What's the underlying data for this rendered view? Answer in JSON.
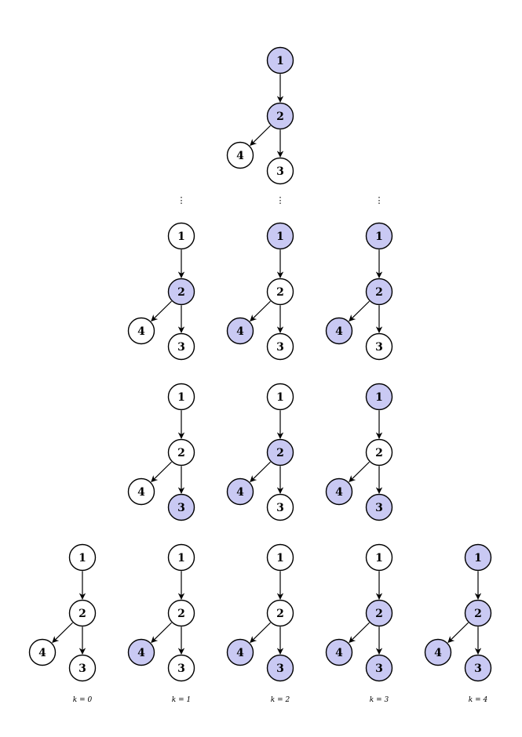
{
  "colors": {
    "highlight": "#c9c9f3",
    "plain": "#ffffff",
    "stroke": "#000000"
  },
  "edges": [
    [
      "1",
      "2"
    ],
    [
      "2",
      "4"
    ],
    [
      "2",
      "3"
    ]
  ],
  "column_labels": [
    "k = 0",
    "k = 1",
    "k = 2",
    "k = 3",
    "k = 4"
  ],
  "continuation_marks": [
    "⋮",
    "⋮",
    "⋮"
  ],
  "trees": [
    {
      "column": 2,
      "row": 0,
      "nodes": {
        "1": true,
        "2": true,
        "3": false,
        "4": false
      }
    },
    {
      "column": 1,
      "row": 1,
      "nodes": {
        "1": false,
        "2": true,
        "3": false,
        "4": false
      }
    },
    {
      "column": 2,
      "row": 1,
      "nodes": {
        "1": true,
        "2": false,
        "3": false,
        "4": true
      }
    },
    {
      "column": 3,
      "row": 1,
      "nodes": {
        "1": true,
        "2": true,
        "3": false,
        "4": true
      }
    },
    {
      "column": 1,
      "row": 2,
      "nodes": {
        "1": false,
        "2": false,
        "3": true,
        "4": false
      }
    },
    {
      "column": 2,
      "row": 2,
      "nodes": {
        "1": false,
        "2": true,
        "3": false,
        "4": true
      }
    },
    {
      "column": 3,
      "row": 2,
      "nodes": {
        "1": true,
        "2": false,
        "3": true,
        "4": true
      }
    },
    {
      "column": 0,
      "row": 3,
      "nodes": {
        "1": false,
        "2": false,
        "3": false,
        "4": false
      }
    },
    {
      "column": 1,
      "row": 3,
      "nodes": {
        "1": false,
        "2": false,
        "3": false,
        "4": true
      }
    },
    {
      "column": 2,
      "row": 3,
      "nodes": {
        "1": false,
        "2": false,
        "3": true,
        "4": true
      }
    },
    {
      "column": 3,
      "row": 3,
      "nodes": {
        "1": false,
        "2": true,
        "3": true,
        "4": true
      }
    },
    {
      "column": 4,
      "row": 3,
      "nodes": {
        "1": true,
        "2": true,
        "3": true,
        "4": true
      }
    }
  ]
}
